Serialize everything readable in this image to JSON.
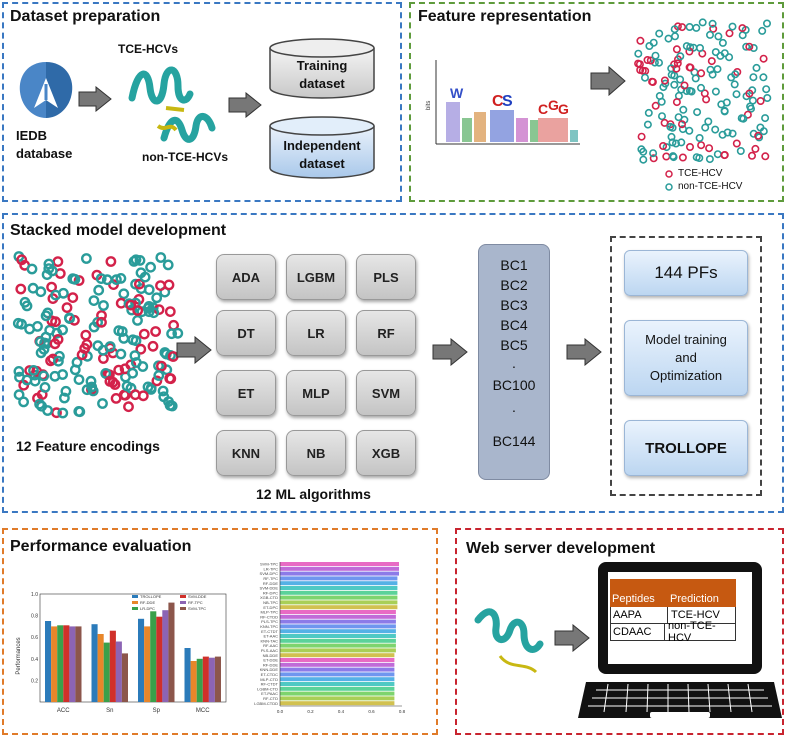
{
  "panels": {
    "dataset": {
      "title": "Dataset preparation"
    },
    "feature": {
      "title": "Feature representation"
    },
    "stacked": {
      "title": "Stacked model development"
    },
    "performance": {
      "title": "Performance evaluation"
    },
    "webserver": {
      "title": "Web server development"
    }
  },
  "dataset": {
    "source_line1": "IEDB",
    "source_line2": "database",
    "tce_label": "TCE-HCVs",
    "non_tce_label": "non-TCE-HCVs",
    "training_line1": "Training",
    "training_line2": "dataset",
    "independent_line1": "Independent",
    "independent_line2": "dataset"
  },
  "feature": {
    "legend_tce": "TCE-HCV",
    "legend_non": "non-TCE-HCV",
    "logo_letters": [
      "W",
      "C",
      "S",
      "C",
      "G",
      "G"
    ]
  },
  "stacked": {
    "encodings_label": "12 Feature encodings",
    "algorithms_label": "12 ML algorithms",
    "algorithms": [
      "ADA",
      "LGBM",
      "PLS",
      "DT",
      "LR",
      "RF",
      "ET",
      "MLP",
      "SVM",
      "KNN",
      "NB",
      "XGB"
    ],
    "bc_items": [
      "BC1",
      "BC2",
      "BC3",
      "BC4",
      "BC5",
      ".",
      "BC100",
      ".",
      "BC144"
    ],
    "pfs": "144 PFs",
    "training_line1": "Model training",
    "training_line2": "and",
    "training_line3": "Optimization",
    "final": "TROLLOPE"
  },
  "performance": {
    "ylabel": "Performances",
    "legend": [
      "TROLLOPE",
      "RF-DDE",
      "LR-DPC",
      "SVM-DDE",
      "RF-TPC",
      "SVM-TPC"
    ]
  },
  "webserver": {
    "headers": [
      "Peptides",
      "Prediction"
    ],
    "rows": [
      [
        "AAPA",
        "TCE-HCV"
      ],
      [
        "CDAAC",
        "non-TCE-HCV"
      ]
    ]
  },
  "colors": {
    "panel_blue": "#3a78c2",
    "panel_green": "#5e9b3c",
    "panel_orange": "#e07b2a",
    "panel_red": "#c8242f",
    "tce": "#d3224a",
    "non_tce": "#2a9c9a",
    "table_header": "#c65911"
  },
  "chart_data": [
    {
      "type": "bar",
      "categories": [
        "ACC",
        "Sn",
        "Sp",
        "MCC"
      ],
      "ylabel": "Performances",
      "ylim": [
        0,
        1.0
      ],
      "series": [
        {
          "name": "TROLLOPE",
          "values": [
            0.75,
            0.72,
            0.77,
            0.5
          ]
        },
        {
          "name": "RF-DDE",
          "values": [
            0.7,
            0.63,
            0.7,
            0.38
          ]
        },
        {
          "name": "LR-DPC",
          "values": [
            0.71,
            0.55,
            0.84,
            0.4
          ]
        },
        {
          "name": "SVM-DDE",
          "values": [
            0.71,
            0.66,
            0.79,
            0.42
          ]
        },
        {
          "name": "RF-TPC",
          "values": [
            0.7,
            0.56,
            0.85,
            0.41
          ]
        },
        {
          "name": "SVM-TPC",
          "values": [
            0.7,
            0.45,
            0.92,
            0.42
          ]
        }
      ]
    },
    {
      "type": "bar",
      "orientation": "horizontal",
      "xlim": [
        0,
        0.8
      ],
      "categories": [
        "SVM-TPC",
        "LR-TPC",
        "SVM-DPC",
        "RF-TPC",
        "RF-DDE",
        "SVM-DDE",
        "RF-DPC",
        "XGB-CTD",
        "NB-TPC",
        "ET-DPC",
        "MLP-TPC",
        "RF-CTDD",
        "PLS-TPC",
        "KNN-TPC",
        "ET-CTDT",
        "ET-AAC",
        "KNN-TAC",
        "RF-AAC",
        "PLS-AAC",
        "NB-DDE",
        "ET-DDE",
        "RF-DDE",
        "KNN-DDE",
        "ET-CTDC",
        "MLP-CTD",
        "RF-CTDT",
        "LGBM-CTD",
        "ET-PAAC",
        "RF-CTD",
        "LGBM-CTDD"
      ],
      "values": [
        0.78,
        0.78,
        0.78,
        0.77,
        0.77,
        0.77,
        0.77,
        0.77,
        0.77,
        0.77,
        0.76,
        0.76,
        0.76,
        0.76,
        0.76,
        0.76,
        0.76,
        0.76,
        0.76,
        0.75,
        0.75,
        0.75,
        0.75,
        0.75,
        0.75,
        0.75,
        0.75,
        0.75,
        0.75,
        0.75
      ]
    }
  ]
}
